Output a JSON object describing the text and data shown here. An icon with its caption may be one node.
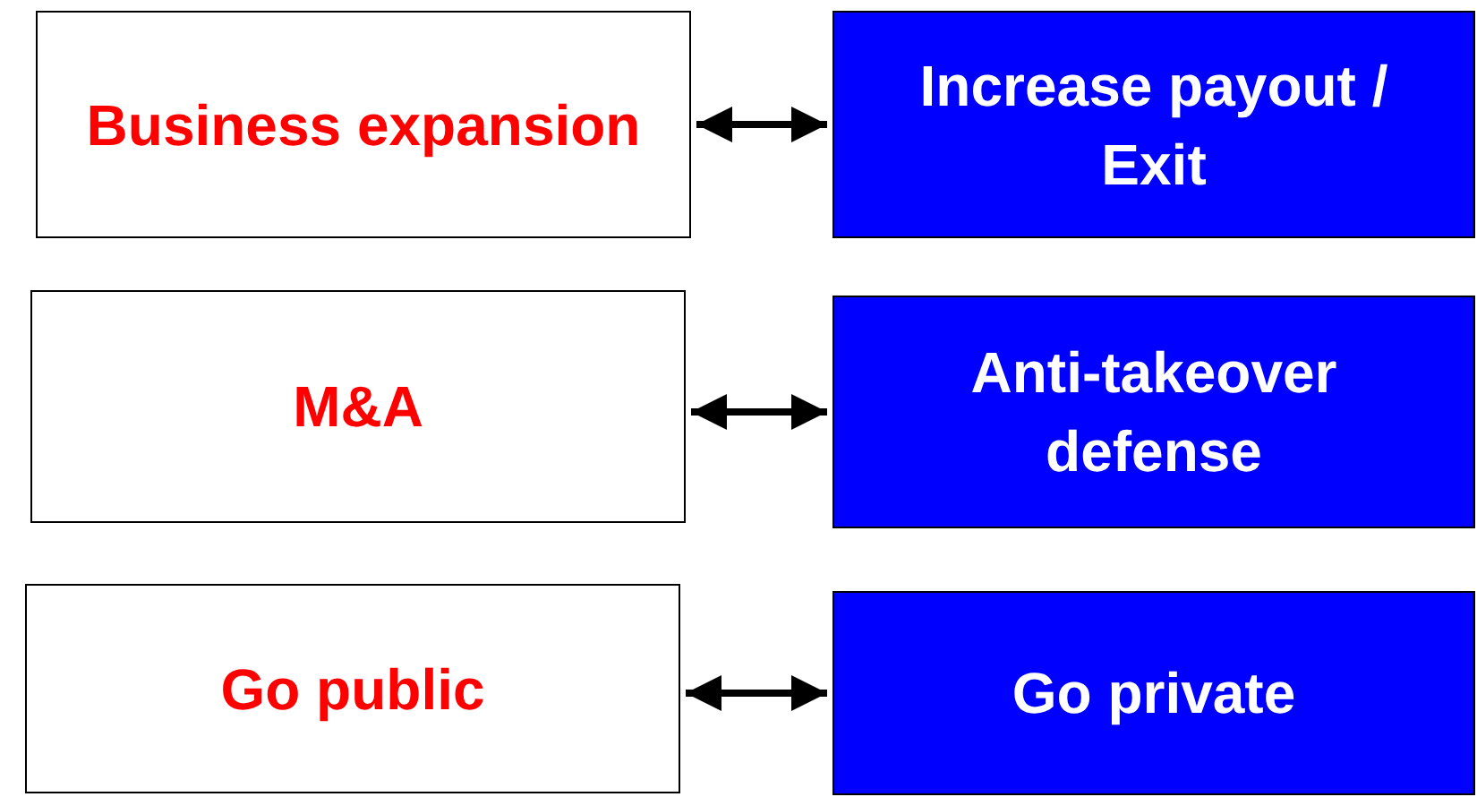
{
  "diagram": {
    "nodes": [
      {
        "text": [
          "Business expansion"
        ]
      },
      {
        "text": [
          "Increase payout / Exit"
        ]
      },
      {
        "text": [
          "M&A"
        ]
      },
      {
        "text": [
          "Anti-takeover defense"
        ]
      },
      {
        "text": [
          "Go public"
        ]
      },
      {
        "text": [
          "Go private"
        ]
      }
    ],
    "edges": [
      {
        "from": 0,
        "to": 1,
        "arrow": "both"
      },
      {
        "from": 2,
        "to": 3,
        "arrow": "both"
      },
      {
        "from": 4,
        "to": 5,
        "arrow": "both"
      }
    ]
  }
}
